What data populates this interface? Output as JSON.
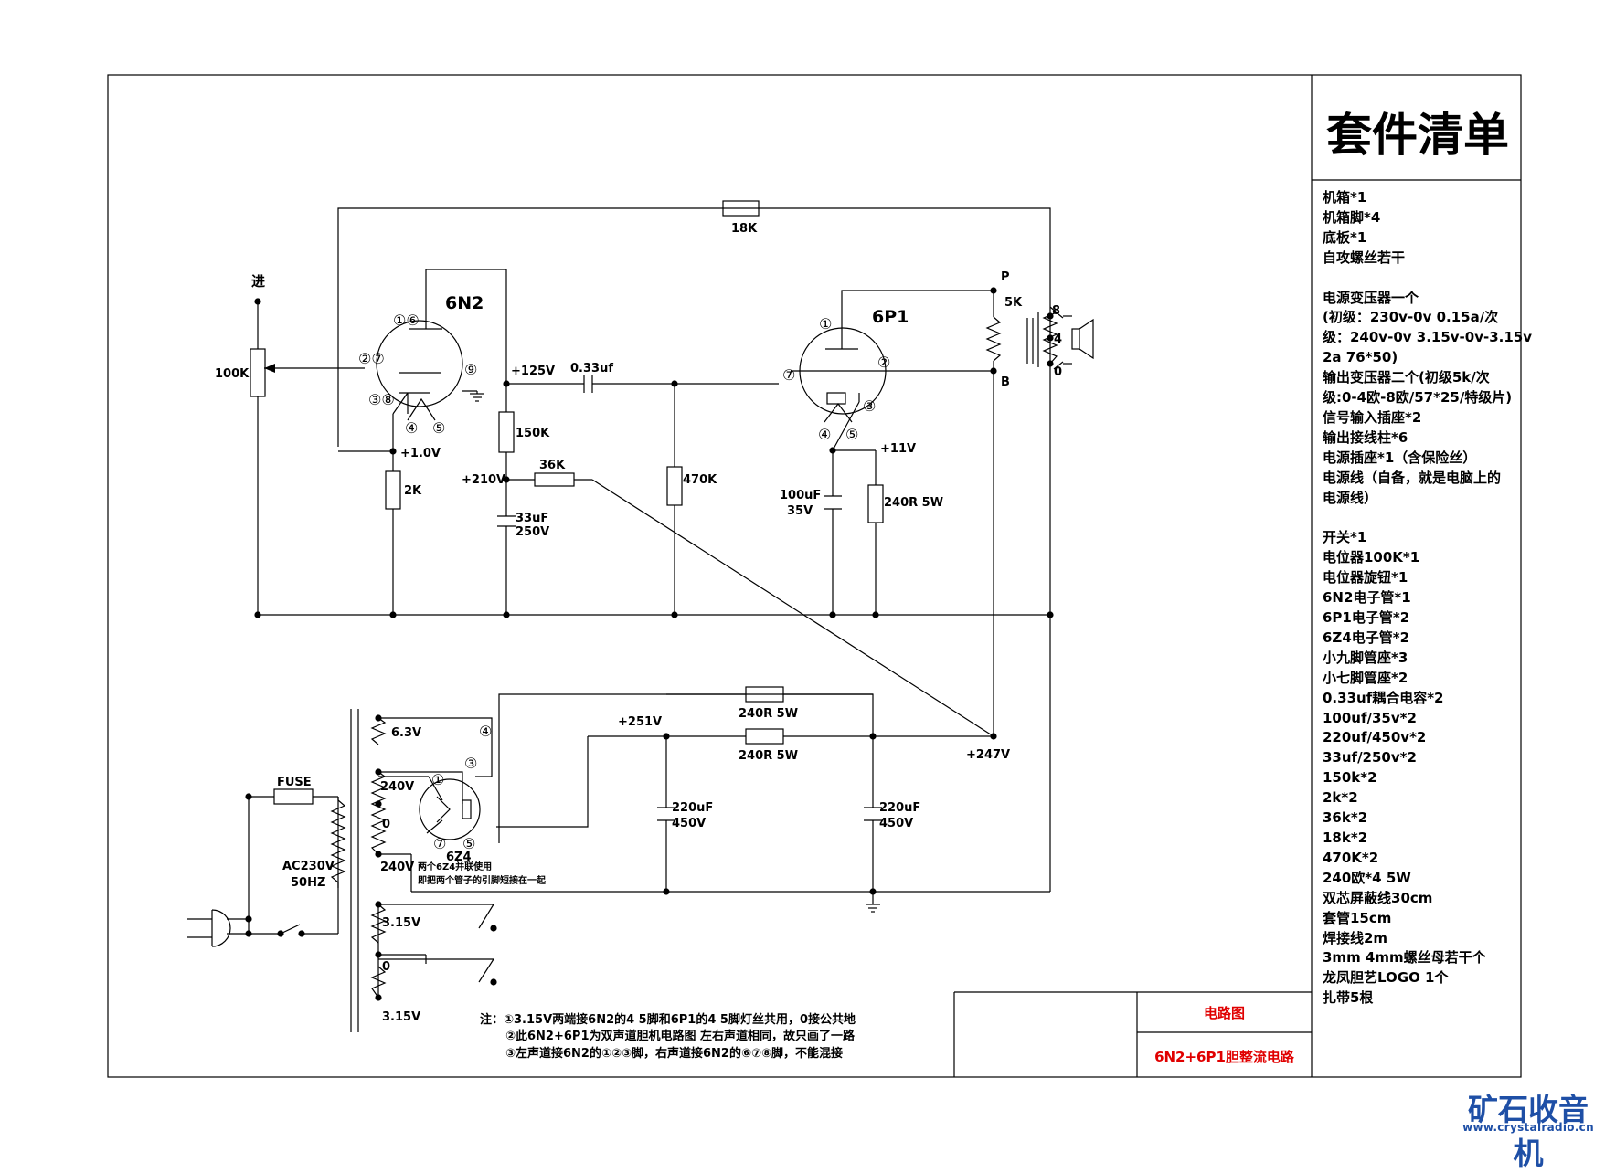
{
  "title_block": {
    "kit_heading": "套件清单",
    "drawing_label": "电路图",
    "drawing_name": "6N2+6P1胆整流电路"
  },
  "kit_list": [
    "机箱*1",
    "机箱脚*4",
    "底板*1",
    "自攻螺丝若干",
    "",
    "电源变压器一个",
    "(初级：230v-0v 0.15a/次",
    "级：240v-0v 3.15v-0v-3.15v",
    "2a 76*50)",
    "输出变压器二个(初级5k/次",
    "级:0-4欧-8欧/57*25/特级片)",
    "信号输入插座*2",
    "输出接线柱*6",
    "电源插座*1（含保险丝）",
    "电源线（自备，就是电脑上的",
    "电源线）",
    "",
    "开关*1",
    "电位器100K*1",
    "电位器旋钮*1",
    "6N2电子管*1",
    "6P1电子管*2",
    "6Z4电子管*2",
    "小九脚管座*3",
    "小七脚管座*2",
    "0.33uf耦合电容*2",
    "100uf/35v*2",
    "220uf/450v*2",
    "33uf/250v*2",
    "150k*2",
    "2k*2",
    "36k*2",
    "18k*2",
    "470K*2",
    "240欧*4 5W",
    "双芯屏蔽线30cm",
    "套管15cm",
    "焊接线2m",
    "3mm 4mm螺丝母若干个",
    "龙凤胆艺LOGO 1个",
    "扎带5根"
  ],
  "schematic": {
    "tube_6n2": "6N2",
    "tube_6p1": "6P1",
    "tube_6z4": "6Z4",
    "input": "进",
    "pot": "100K",
    "pins": {
      "p16": "①⑥",
      "p27": "②⑦",
      "p38": "③⑧",
      "p9": "⑨",
      "p1": "①",
      "p2": "②",
      "p3": "③",
      "p4": "④",
      "p5": "⑤",
      "p7": "⑦"
    },
    "r_18k": "18K",
    "r_150k": "150K",
    "r_36k": "36K",
    "r_2k": "2K",
    "r_470k": "470K",
    "r_240r": "240R 5W",
    "c_033": "0.33uf",
    "c_33uf": "33uF",
    "c_33v": "250V",
    "c_100uf": "100uF",
    "c_100v": "35V",
    "c_220uf": "220uF",
    "c_220v": "450V",
    "v_125": "+125V",
    "v_210": "+210V",
    "v_10": "+1.0V",
    "v_11": "+11V",
    "v_251": "+251V",
    "v_247": "+247V",
    "ot_p": "P",
    "ot_b": "B",
    "ot_5k": "5K",
    "ot_8": "8",
    "ot_4": "4",
    "ot_0": "0",
    "fuse": "FUSE",
    "ac": "AC230V",
    "hz": "50HZ",
    "pt_63": "6.3V",
    "pt_240a": "240V",
    "pt_0a": "0",
    "pt_240b": "240V",
    "pt_315a": "3.15V",
    "pt_0b": "0",
    "pt_315b": "3.15V",
    "note_6z4_1": "两个6Z4并联使用",
    "note_6z4_2": "即把两个管子的引脚短接在一起"
  },
  "notes": [
    "注：①3.15V两端接6N2的4 5脚和6P1的4 5脚灯丝共用，0接公共地",
    "②此6N2+6P1为双声道胆机电路图 左右声道相同，故只画了一路",
    "③左声道接6N2的①②③脚，右声道接6N2的⑥⑦⑧脚，不能混接"
  ],
  "watermark": {
    "site": "矿石收音机",
    "url": "www.crystalradio.cn"
  }
}
